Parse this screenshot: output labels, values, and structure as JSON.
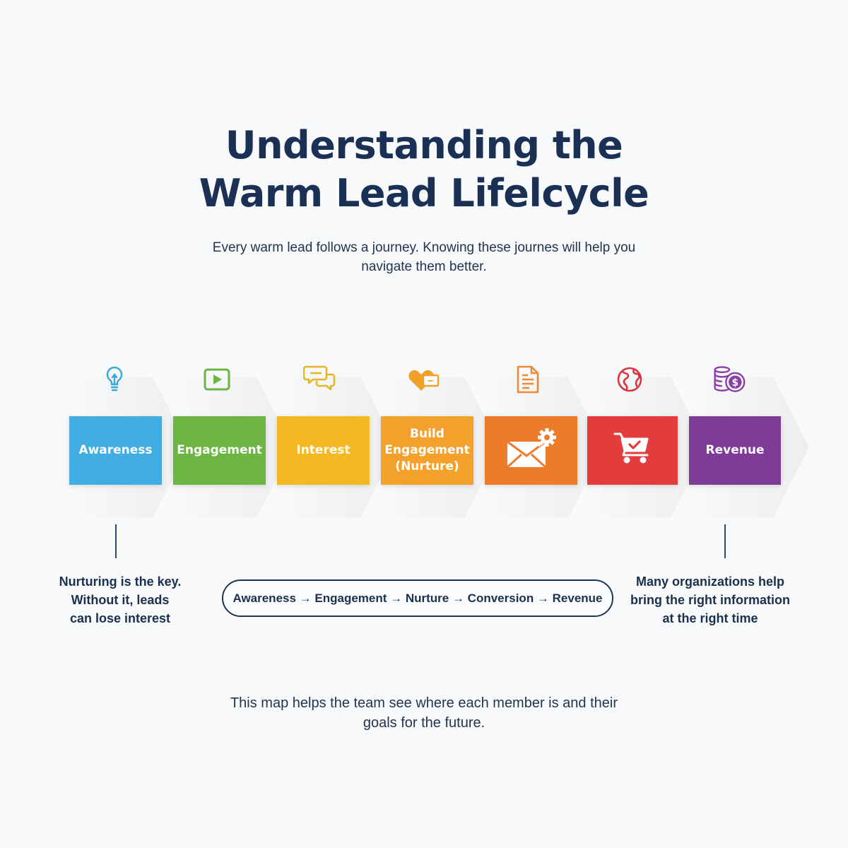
{
  "header": {
    "title_line1": "Understanding the",
    "title_line2": "Warm Lead Lifelcycle",
    "subtitle_line1": "Every warm lead follows a journey. Knowing these journes will help you",
    "subtitle_line2": "navigate them better."
  },
  "stages": [
    {
      "label_lines": [
        "Awareness"
      ],
      "icon": "lightbulb-icon",
      "box_icon": null,
      "color": "#41ade0",
      "icon_color": "#3aa8dc"
    },
    {
      "label_lines": [
        "Engagement"
      ],
      "icon": "video-play-icon",
      "box_icon": null,
      "color": "#6db543",
      "icon_color": "#6db543"
    },
    {
      "label_lines": [
        "Interest"
      ],
      "icon": "chat-bubbles-icon",
      "box_icon": null,
      "color": "#f5b823",
      "icon_color": "#eab522"
    },
    {
      "label_lines": [
        "Build",
        "Engagement",
        "(Nurture)"
      ],
      "icon": "heart-message-icon",
      "box_icon": null,
      "color": "#f3a12b",
      "icon_color": "#f1a02a"
    },
    {
      "label_lines": [],
      "icon": "document-icon",
      "box_icon": "email-gear-icon",
      "color": "#ee7b2a",
      "icon_color": "#ee8a35"
    },
    {
      "label_lines": [],
      "icon": "globe-icon",
      "box_icon": "cart-check-icon",
      "color": "#e43c3c",
      "icon_color": "#d8353f"
    },
    {
      "label_lines": [
        "Revenue"
      ],
      "icon": "coins-dollar-icon",
      "box_icon": null,
      "color": "#7e3b98",
      "icon_color": "#8a3fa6"
    }
  ],
  "notes": {
    "left_line1": "Nurturing is the key.",
    "left_line2": "Without it, leads",
    "left_line3": "can lose interest",
    "right_line1": "Many organizations help",
    "right_line2": "bring the right information",
    "right_line3": "at the right time"
  },
  "flow": {
    "text": "Awareness → Engagement → Nurture → Conversion → Revenue"
  },
  "footer": {
    "line1": "This map helps the team see where each member is and their",
    "line2": "goals for the future."
  },
  "colors": {
    "title": "#1a3055",
    "text": "#1b2f4e",
    "background": "#f8f9fa"
  }
}
